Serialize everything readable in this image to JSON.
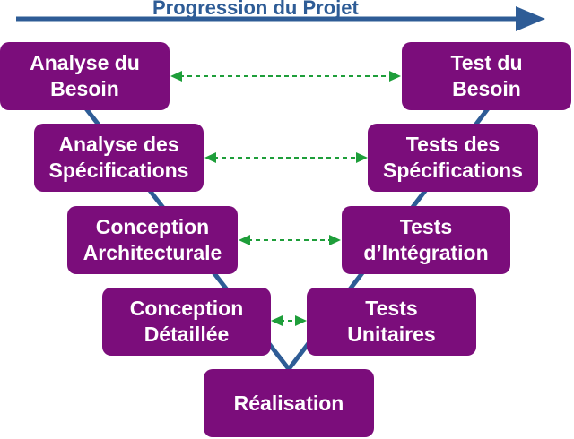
{
  "header": {
    "title": "Progression du Projet"
  },
  "colors": {
    "box": "#7b0d7b",
    "box_text": "#ffffff",
    "v_line": "#2e5c96",
    "arrow": "#2e5c96",
    "link": "#1e9e3a",
    "title": "#2e5c96"
  },
  "left_phases": [
    {
      "line1": "Analyse du",
      "line2": "Besoin"
    },
    {
      "line1": "Analyse des",
      "line2": "Spécifications"
    },
    {
      "line1": "Conception",
      "line2": "Architecturale"
    },
    {
      "line1": "Conception",
      "line2": "Détaillée"
    }
  ],
  "right_phases": [
    {
      "line1": "Test du",
      "line2": "Besoin"
    },
    {
      "line1": "Tests des",
      "line2": "Spécifications"
    },
    {
      "line1": "Tests",
      "line2": "d’Intégration"
    },
    {
      "line1": "Tests",
      "line2": "Unitaires"
    }
  ],
  "bottom_phase": {
    "label": "Réalisation"
  }
}
